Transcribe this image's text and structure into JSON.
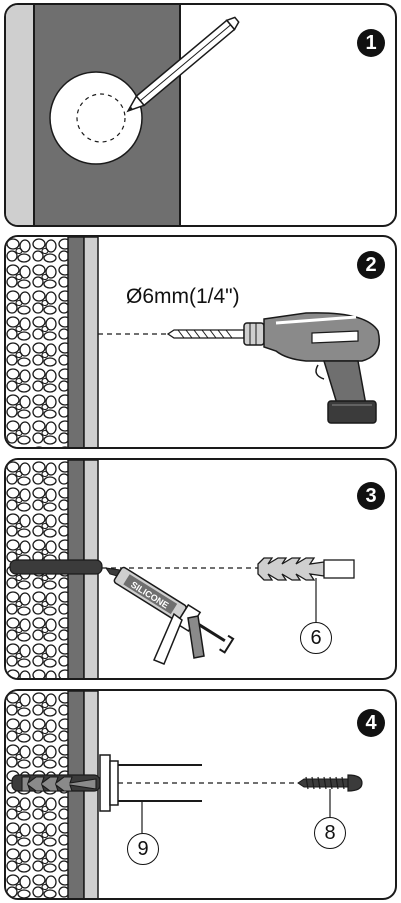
{
  "steps": [
    {
      "number": "1"
    },
    {
      "number": "2",
      "dimension": "Ø6mm(1/4\")"
    },
    {
      "number": "3",
      "tube_label": "SILICONE",
      "callout": "6"
    },
    {
      "number": "4",
      "callout_bracket": "9",
      "callout_screw": "8"
    }
  ],
  "colors": {
    "wall_dark": "#6f6f6f",
    "wall_mid": "#8a8a8a",
    "wall_light": "#cfcfcf",
    "outline": "#1a1a1a"
  },
  "icons": [
    "pencil-icon",
    "drill-icon",
    "silicone-gun-icon",
    "wall-plug-icon",
    "screw-icon",
    "bracket-icon"
  ]
}
